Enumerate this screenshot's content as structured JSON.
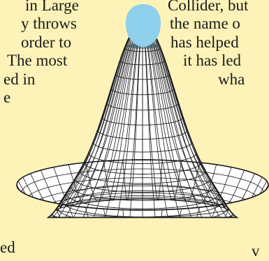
{
  "left_column": {
    "lines": [
      "in Large",
      "y throws",
      "order to",
      "The most",
      "ed in",
      "e",
      "ed"
    ]
  },
  "right_column": {
    "lines": [
      "Collider, but",
      "the name o",
      "has helped",
      "it has led",
      "wha",
      "v"
    ]
  },
  "figure": {
    "subject": "mexican-hat potential surface",
    "colors": {
      "ball": "#8fd0ec",
      "mesh_line": "#1a1a1a",
      "mesh_fill": "#ffffff",
      "background": "#fdf3b9"
    }
  }
}
